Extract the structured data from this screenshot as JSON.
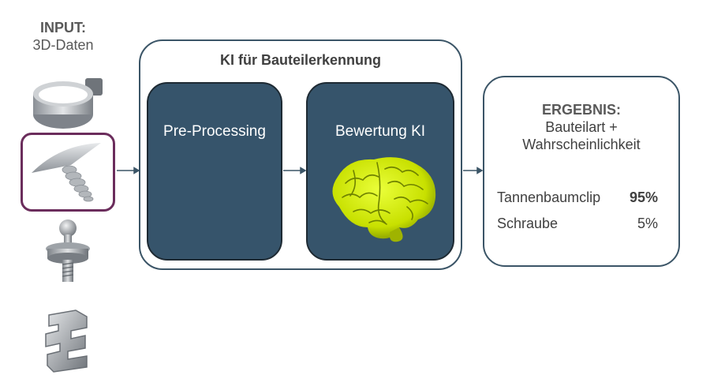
{
  "input": {
    "title": "INPUT:",
    "subtitle": "3D-Daten"
  },
  "ki": {
    "title": "KI für Bauteilerkennung"
  },
  "steps": [
    {
      "label": "Pre-Processing"
    },
    {
      "label": "Bewertung KI"
    }
  ],
  "result": {
    "title": "ERGEBNIS:",
    "line1": "Bauteilart +",
    "line2": "Wahrscheinlichkeit",
    "rows": [
      {
        "name": "Tannenbaumclip",
        "value": "95%"
      },
      {
        "name": "Schraube",
        "value": "5%"
      }
    ]
  },
  "colors": {
    "box_fill": "#36546b",
    "outline": "#3b5567",
    "highlight": "#6b2d5c",
    "brain": "#c8e000"
  },
  "icons": [
    "pipe-clamp-icon",
    "fir-tree-clip-icon",
    "ball-stud-screw-icon",
    "profile-clip-icon",
    "brain-icon"
  ]
}
